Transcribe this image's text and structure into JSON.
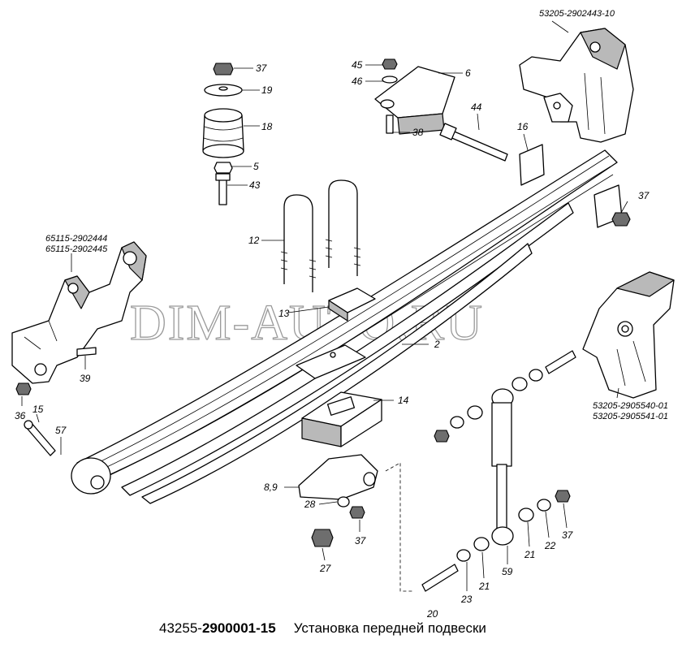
{
  "caption": {
    "code_prefix": "43255-",
    "code_bold": "2900001-15",
    "title": "Установка передней подвески"
  },
  "watermark": "DIM-AUTO.RU",
  "callouts": {
    "n37a": "37",
    "n19": "19",
    "n18": "18",
    "n5": "5",
    "n43": "43",
    "n45": "45",
    "n46": "46",
    "n6": "6",
    "n38": "38",
    "n44": "44",
    "n16": "16",
    "n37b": "37",
    "n12": "12",
    "n13": "13",
    "n2": "2",
    "n39": "39",
    "n36": "36",
    "n15": "15",
    "n57": "57",
    "n14": "14",
    "n89": "8,9",
    "n28": "28",
    "n37c": "37",
    "n27": "27",
    "n20": "20",
    "n23": "23",
    "n21a": "21",
    "n59": "59",
    "n21b": "21",
    "n22": "22",
    "n37d": "37"
  },
  "part_numbers": {
    "top_right": "53205-2902443-10",
    "left_1": "65115-2902444",
    "left_2": "65115-2902445",
    "right_1": "53205-2905540-01",
    "right_2": "53205-2905541-01"
  },
  "icons": [
    "leaf-spring",
    "front-bracket",
    "rear-bracket",
    "shock-bracket",
    "shock-absorber",
    "u-bolt",
    "rubber-buffer"
  ]
}
